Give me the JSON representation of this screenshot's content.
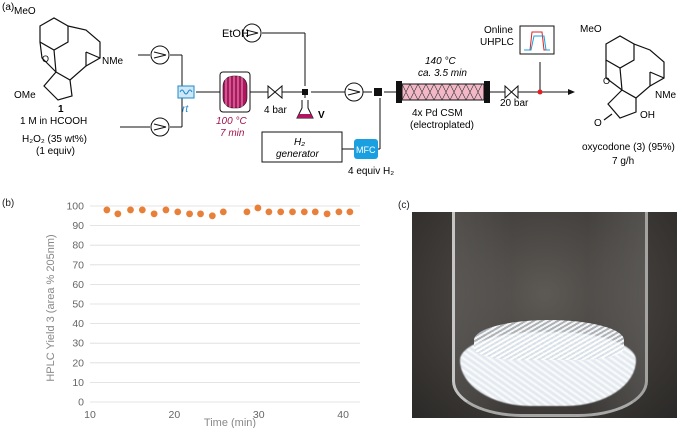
{
  "panels": {
    "a": "(a)",
    "b": "(b)",
    "c": "(c)"
  },
  "scheme": {
    "reactant_number": "1",
    "reactant_ome_top": "MeO",
    "reactant_ome_bottom": "OMe",
    "reactant_nme": "NMe",
    "reactant_conc": "1 M in HCOOH",
    "oxidant_line1": "H₂O₂ (35 wt%)",
    "oxidant_line2": "(1 equiv)",
    "mixer_label": "rt",
    "coil_temp": "100 °C",
    "coil_time": "7 min",
    "bpr1_label": "4 bar",
    "ethanol_label": "EtOH",
    "sampling_label": "V",
    "h2_generator_line1": "H₂",
    "h2_generator_line2": "generator",
    "mfc_label": "MFC",
    "h2_equiv": "4 equiv H₂",
    "reactor_temp": "140 °C",
    "reactor_time": "ca. 3.5 min",
    "reactor_line1": "4x Pd CSM",
    "reactor_line2": "(electroplated)",
    "bpr2_label": "20 bar",
    "online_line1": "Online",
    "online_line2": "UHPLC",
    "product_ome": "MeO",
    "product_nme": "NMe",
    "product_oh": "OH",
    "product_o": "O",
    "product_name": "oxycodone (3) (95%)",
    "product_rate": "7 g/h"
  },
  "colors": {
    "mixer_blue": "#1e88c8",
    "coil_magenta": "#b0155f",
    "coil_text": "#a0154f",
    "mfc_blue": "#1aa0e0",
    "reactor_pink": "#f3b8c8",
    "marker_orange": "#e8803a",
    "red_valve": "#e02020",
    "grid": "#dcdcdc"
  },
  "chart_data": {
    "type": "scatter",
    "xlabel": "Time (min)",
    "ylabel": "HPLC Yield 3 (area % 205nm)",
    "xlim": [
      10,
      42
    ],
    "ylim": [
      0,
      100
    ],
    "xticks": [
      10,
      20,
      30,
      40
    ],
    "yticks": [
      0,
      10,
      20,
      30,
      40,
      50,
      60,
      70,
      80,
      90,
      100
    ],
    "grid": true,
    "series": [
      {
        "x": [
          12,
          13.3,
          14.8,
          16.2,
          17.6,
          19,
          20.4,
          21.8,
          23.1,
          24.5,
          25.8,
          28.6,
          29.9,
          31.2,
          32.6,
          34.0,
          35.4,
          36.7,
          38.1,
          39.5,
          40.8
        ],
        "y": [
          98,
          96,
          98,
          98,
          96,
          98,
          97,
          96,
          96,
          95,
          97,
          97,
          99,
          97,
          97,
          97,
          97,
          97,
          96,
          97,
          97
        ]
      }
    ]
  }
}
